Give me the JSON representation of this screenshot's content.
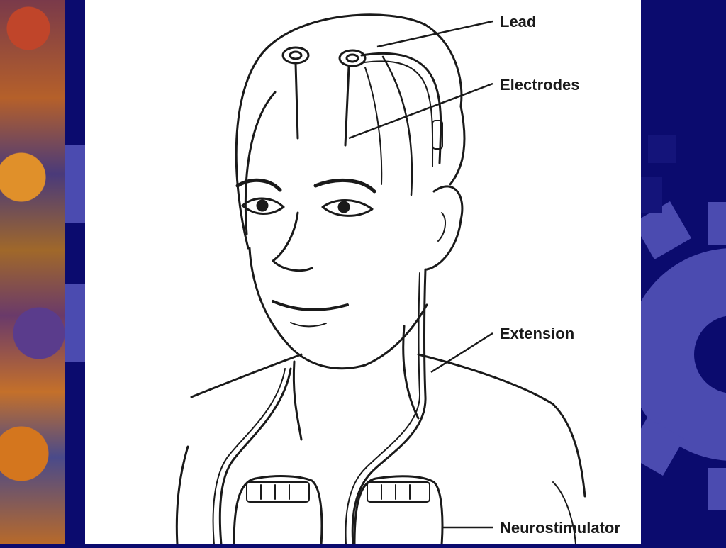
{
  "labels": {
    "lead": "Lead",
    "electrodes": "Electrodes",
    "extension": "Extension",
    "neurostimulator": "Neurostimulator"
  },
  "colors": {
    "slide_background": "#0b0b6e",
    "gear_accent": "#4b4bb0",
    "diagram_background": "#ffffff",
    "ink": "#1a1a1a"
  },
  "icons": {
    "decor_left": "mosaic-gear-strip",
    "decor_right": "gear-icon"
  }
}
